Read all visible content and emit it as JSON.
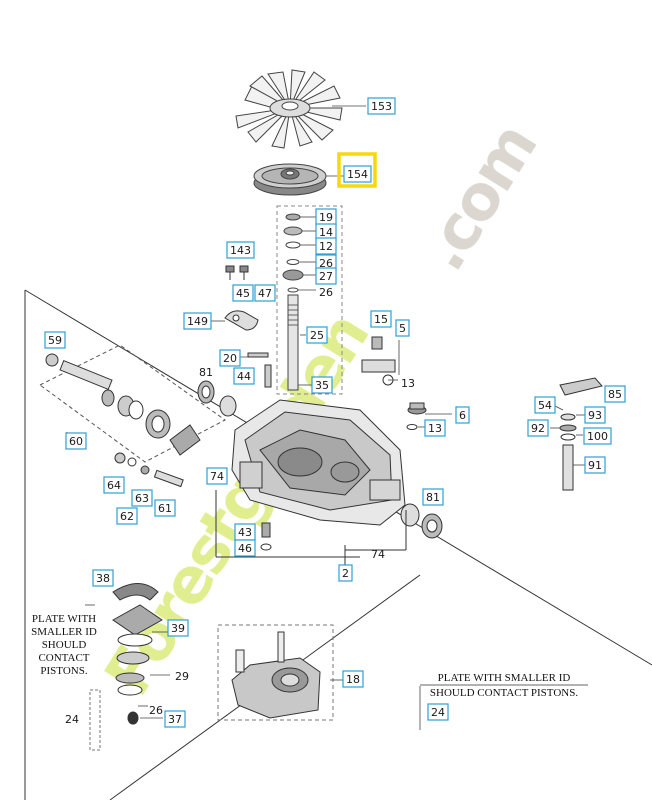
{
  "colors": {
    "box_border": "#2f9fd6",
    "highlight": "#f5d90a",
    "line": "#333333",
    "watermark_green": "#d7e86a",
    "watermark_gray": "#cfcac0"
  },
  "highlighted_part": "154",
  "part_labels": [
    {
      "text": "153",
      "boxed": true
    },
    {
      "text": "154",
      "boxed": true
    },
    {
      "text": "19",
      "boxed": true
    },
    {
      "text": "14",
      "boxed": true
    },
    {
      "text": "12",
      "boxed": true
    },
    {
      "text": "26",
      "boxed": true
    },
    {
      "text": "27",
      "boxed": true
    },
    {
      "text": "26",
      "boxed": false
    },
    {
      "text": "143",
      "boxed": true
    },
    {
      "text": "45",
      "boxed": true
    },
    {
      "text": "47",
      "boxed": true
    },
    {
      "text": "149",
      "boxed": true
    },
    {
      "text": "25",
      "boxed": true
    },
    {
      "text": "15",
      "boxed": true
    },
    {
      "text": "5",
      "boxed": true
    },
    {
      "text": "59",
      "boxed": true
    },
    {
      "text": "20",
      "boxed": true
    },
    {
      "text": "81",
      "boxed": false
    },
    {
      "text": "44",
      "boxed": true
    },
    {
      "text": "35",
      "boxed": true
    },
    {
      "text": "13",
      "boxed": false
    },
    {
      "text": "6",
      "boxed": true
    },
    {
      "text": "13",
      "boxed": true
    },
    {
      "text": "54",
      "boxed": true
    },
    {
      "text": "85",
      "boxed": true
    },
    {
      "text": "93",
      "boxed": true
    },
    {
      "text": "92",
      "boxed": true
    },
    {
      "text": "100",
      "boxed": true
    },
    {
      "text": "91",
      "boxed": true
    },
    {
      "text": "60",
      "boxed": true
    },
    {
      "text": "64",
      "boxed": true
    },
    {
      "text": "63",
      "boxed": true
    },
    {
      "text": "62",
      "boxed": true
    },
    {
      "text": "61",
      "boxed": true
    },
    {
      "text": "74",
      "boxed": true
    },
    {
      "text": "43",
      "boxed": true
    },
    {
      "text": "46",
      "boxed": true
    },
    {
      "text": "74",
      "boxed": false
    },
    {
      "text": "81",
      "boxed": true
    },
    {
      "text": "2",
      "boxed": true
    },
    {
      "text": "38",
      "boxed": true
    },
    {
      "text": "39",
      "boxed": true
    },
    {
      "text": "29",
      "boxed": false
    },
    {
      "text": "26",
      "boxed": false
    },
    {
      "text": "37",
      "boxed": true
    },
    {
      "text": "24",
      "boxed": false
    },
    {
      "text": "18",
      "boxed": true
    },
    {
      "text": "24",
      "boxed": true
    }
  ],
  "notes": {
    "left_line1": "PLATE WITH",
    "left_line2": "SMALLER ID",
    "left_line3": "SHOULD",
    "left_line4": "CONTACT",
    "left_line5": "PISTONS.",
    "right_line1": "PLATE WITH SMALLER ID",
    "right_line2": "SHOULD CONTACT PISTONS."
  },
  "watermark": {
    "text_green": "Forestgarden",
    "text_gray": ".com"
  }
}
